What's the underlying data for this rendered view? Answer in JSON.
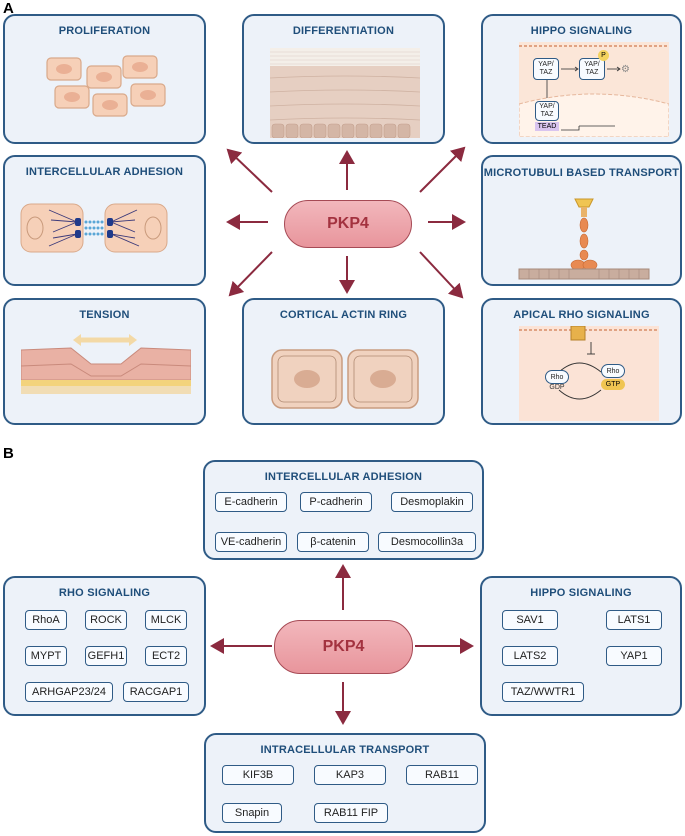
{
  "panel_a": {
    "label": "A",
    "center": "PKP4",
    "cards": {
      "proliferation": "PROLIFERATION",
      "differentiation": "DIFFERENTIATION",
      "hippo": "HIPPO SIGNALING",
      "adhesion": "INTERCELLULAR ADHESION",
      "microtubuli": "MICROTUBULI BASED TRANSPORT",
      "tension": "TENSION",
      "actin": "CORTICAL ACTIN RING",
      "apical_rho": "APICAL RHO SIGNALING"
    },
    "hippo_labels": {
      "yaptaz": "YAP/ TAZ",
      "p": "P",
      "tead": "TEAD"
    },
    "rho_labels": {
      "rho": "Rho",
      "gdp": "GDP",
      "gtp": "GTP"
    }
  },
  "panel_b": {
    "label": "B",
    "center": "PKP4",
    "adhesion": {
      "title": "INTERCELLULAR ADHESION",
      "items": [
        "E-cadherin",
        "P-cadherin",
        "Desmoplakin",
        "VE-cadherin",
        "β-catenin",
        "Desmocollin3a"
      ]
    },
    "rho": {
      "title": "RHO SIGNALING",
      "items": [
        "RhoA",
        "ROCK",
        "MLCK",
        "MYPT",
        "GEFH1",
        "ECT2",
        "ARHGAP23/24",
        "RACGAP1"
      ]
    },
    "hippo": {
      "title": "HIPPO SIGNALING",
      "items": [
        "SAV1",
        "LATS1",
        "LATS2",
        "YAP1",
        "TAZ/WWTR1"
      ]
    },
    "transport": {
      "title": "INTRACELLULAR TRANSPORT",
      "items": [
        "KIF3B",
        "KAP3",
        "RAB11",
        "Snapin",
        "RAB11 FIP"
      ]
    }
  },
  "colors": {
    "card_border": "#2f5b86",
    "card_fill": "#edf2f9",
    "title_text": "#1f4e7a",
    "arrow": "#8b2a3f",
    "pkp_fill": "#eda3a9"
  }
}
